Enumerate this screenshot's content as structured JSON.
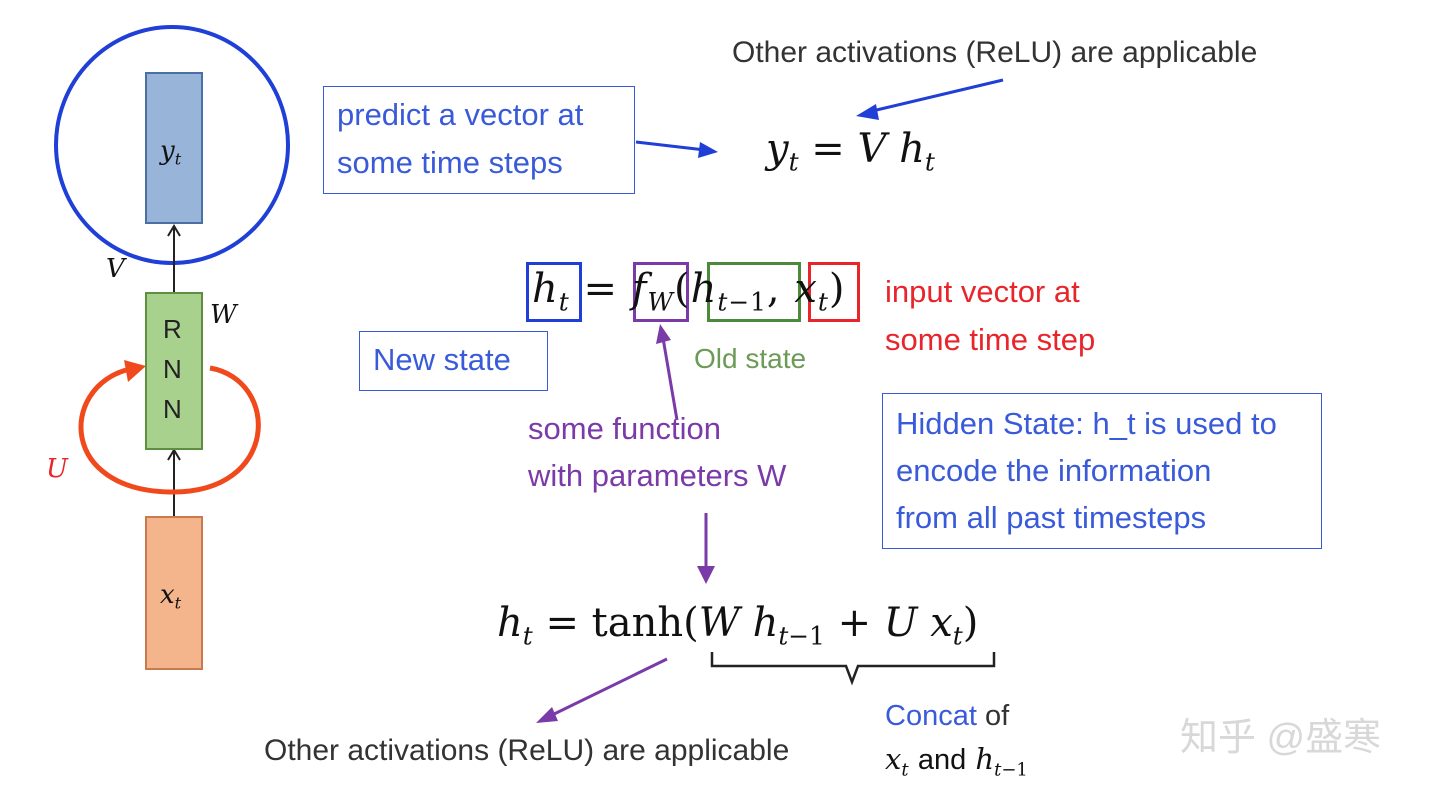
{
  "colors": {
    "blue": "#1f3fd6",
    "blue_text": "#3a5bd9",
    "red": "#e8252b",
    "orange_loop": "#f04a1c",
    "purple": "#7a3aa8",
    "green": "#4a8a3a",
    "green_text": "#6c9a57",
    "gray_text": "#333333"
  },
  "rnn": {
    "y_label": "yt",
    "x_label": "xt",
    "rnn_label": [
      "R",
      "N",
      "N"
    ],
    "V_label": "V",
    "W_label": "W",
    "U_label": "U"
  },
  "top": {
    "activations_note": "Other activations (ReLU) are applicable",
    "predict_box": [
      "predict a vector at",
      "some time steps"
    ],
    "output_eq": "y_t = V h_t"
  },
  "middle": {
    "state_eq": "h_t = f_W(h_{t-1}, x_t)",
    "new_state": "New state",
    "old_state": "Old state",
    "input_vector": [
      "input vector at",
      "some time step"
    ],
    "some_function": [
      "some function",
      "with parameters W"
    ],
    "hidden_state_box": [
      "Hidden State: h_t is used to",
      "encode the information",
      "from all past timesteps"
    ]
  },
  "bottom": {
    "tanh_eq": "h_t = tanh(W h_{t-1} + U x_t)",
    "activations_note": "Other activations (ReLU) are applicable",
    "concat": [
      "Concat of",
      "x_t and h_{t-1}"
    ]
  },
  "watermark": "知乎 @盛寒"
}
